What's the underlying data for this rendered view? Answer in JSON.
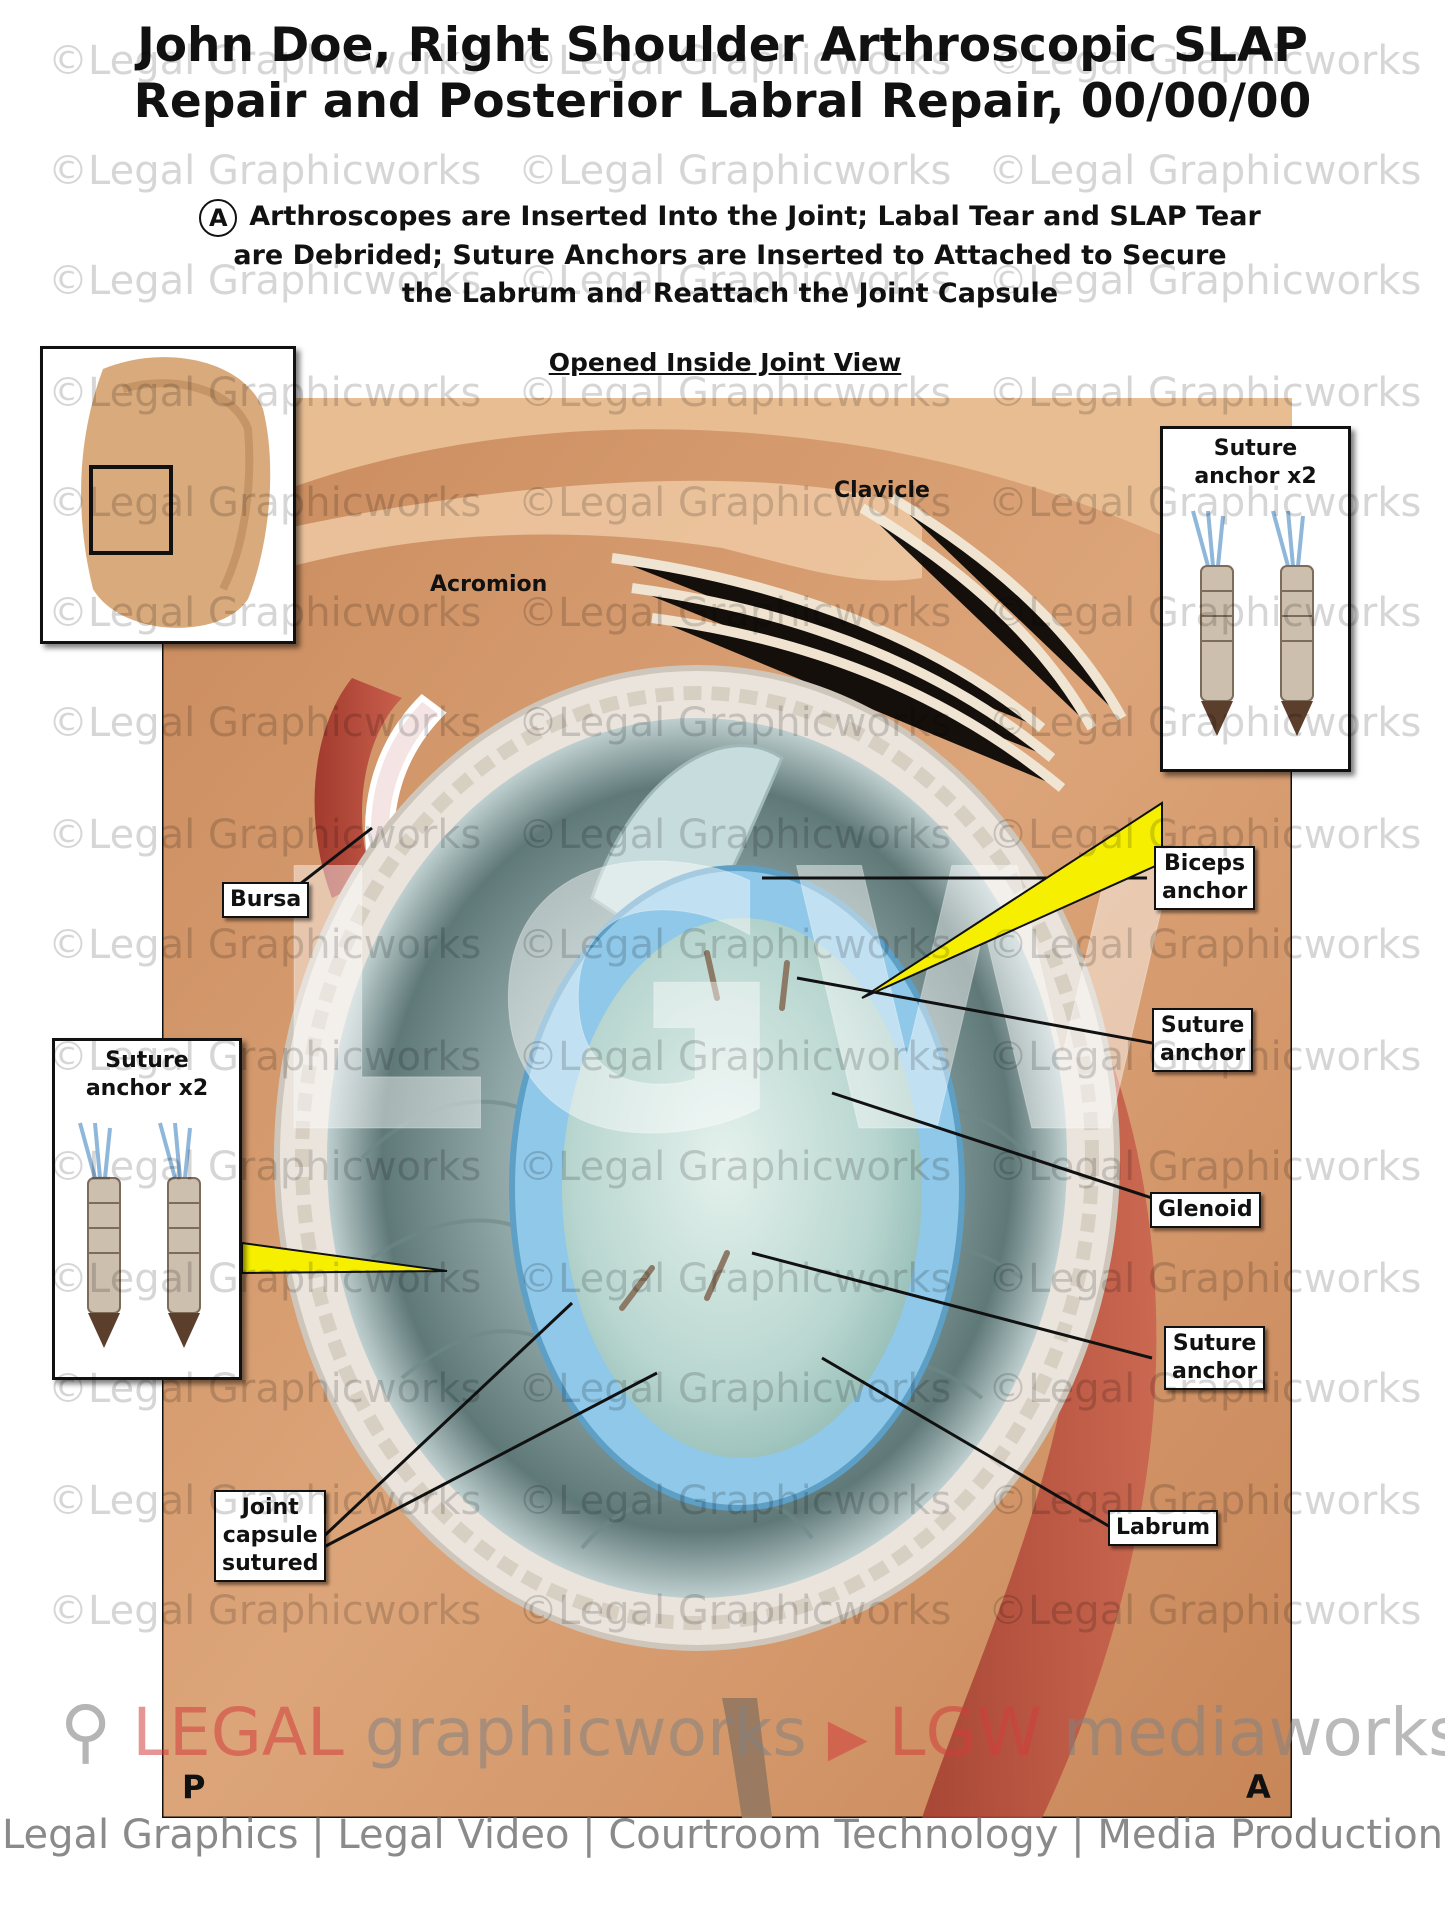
{
  "title": {
    "line1": "John Doe, Right Shoulder Arthroscopic SLAP",
    "line2": "Repair and Posterior Labral Repair, 00/00/00"
  },
  "subtitle": {
    "marker": "A",
    "line1": "Arthroscopes are Inserted Into the Joint; Labal Tear and SLAP Tear",
    "line2": "are Debrided; Suture Anchors are Inserted to Attached to Secure",
    "line3": "the Labrum and Reattach the Joint Capsule"
  },
  "view_title": "Opened Inside Joint View",
  "labels": {
    "clavicle": "Clavicle",
    "acromion": "Acromion",
    "bursa": "Bursa",
    "biceps_anchor_1": "Biceps",
    "biceps_anchor_2": "anchor",
    "suture_anchor_1a": "Suture",
    "suture_anchor_1b": "anchor",
    "glenoid": "Glenoid",
    "suture_anchor_2a": "Suture",
    "suture_anchor_2b": "anchor",
    "labrum": "Labrum",
    "joint_capsule_1": "Joint",
    "joint_capsule_2": "capsule",
    "joint_capsule_3": "sutured"
  },
  "insets": {
    "right_title_1": "Suture",
    "right_title_2": "anchor x2",
    "left_title_1": "Suture",
    "left_title_2": "anchor x2"
  },
  "orientation": {
    "posterior": "P",
    "anterior": "A"
  },
  "watermark": {
    "text": "©Legal Graphicworks",
    "center_mark": "LGW"
  },
  "branding": {
    "legal": "LEGAL",
    "graphicworks": "graphicworks",
    "lgw": "LGW",
    "mediaworks": "mediaworks"
  },
  "footer": "Legal Graphics | Legal Video | Courtroom Technology | Media Production",
  "colors": {
    "callout_yellow": "#f6f000",
    "labrum_blue": "#8fc8e8",
    "skin": "#e4b283"
  }
}
